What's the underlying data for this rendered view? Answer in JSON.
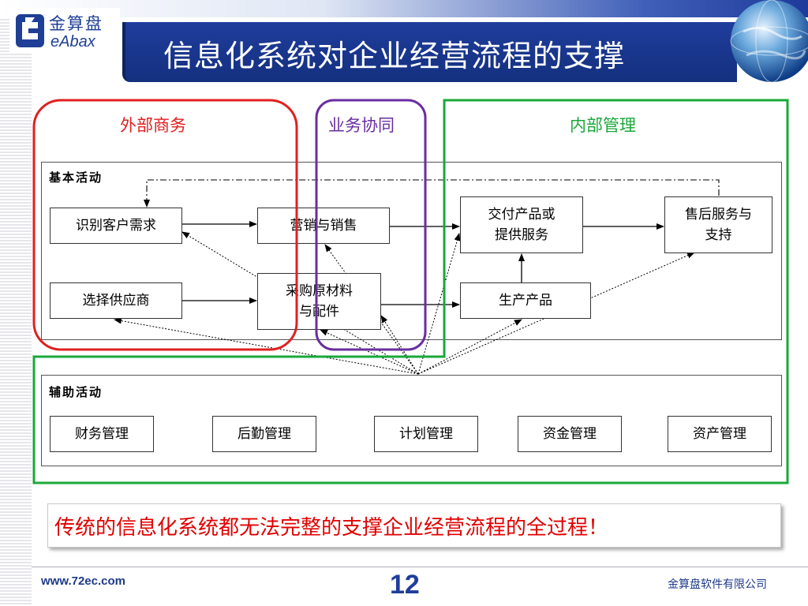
{
  "slide": {
    "title": "信息化系统对企业经营流程的支撑",
    "logo_cn": "金算盘",
    "logo_en": "eAbax",
    "page_number": "12",
    "website": "www.72ec.com",
    "company": "金算盘软件有限公司",
    "bottom_note": "传统的信息化系统都无法完整的支撑企业经营流程的全过程！"
  },
  "zones": {
    "external": "外部商务",
    "collab": "业务协同",
    "internal": "内部管理"
  },
  "panels": {
    "basic": "基本活动",
    "support": "辅助活动"
  },
  "basic_boxes": {
    "identify": "识别客户需求",
    "marketing": "营销与销售",
    "deliver_l1": "交付产品或",
    "deliver_l2": "提供服务",
    "after_l1": "售后服务与",
    "after_l2": "支持",
    "supplier": "选择供应商",
    "purchase_l1": "采购原材料",
    "purchase_l2": "与配件",
    "produce": "生产产品"
  },
  "support_boxes": {
    "finance": "财务管理",
    "logistics": "后勤管理",
    "planning": "计划管理",
    "funds": "资金管理",
    "assets": "资产管理"
  },
  "colors": {
    "external": "#e02020",
    "collab": "#6a2ea0",
    "internal": "#1aa83a",
    "title_bg": "#1f3d9c",
    "note_text": "#e00000"
  }
}
